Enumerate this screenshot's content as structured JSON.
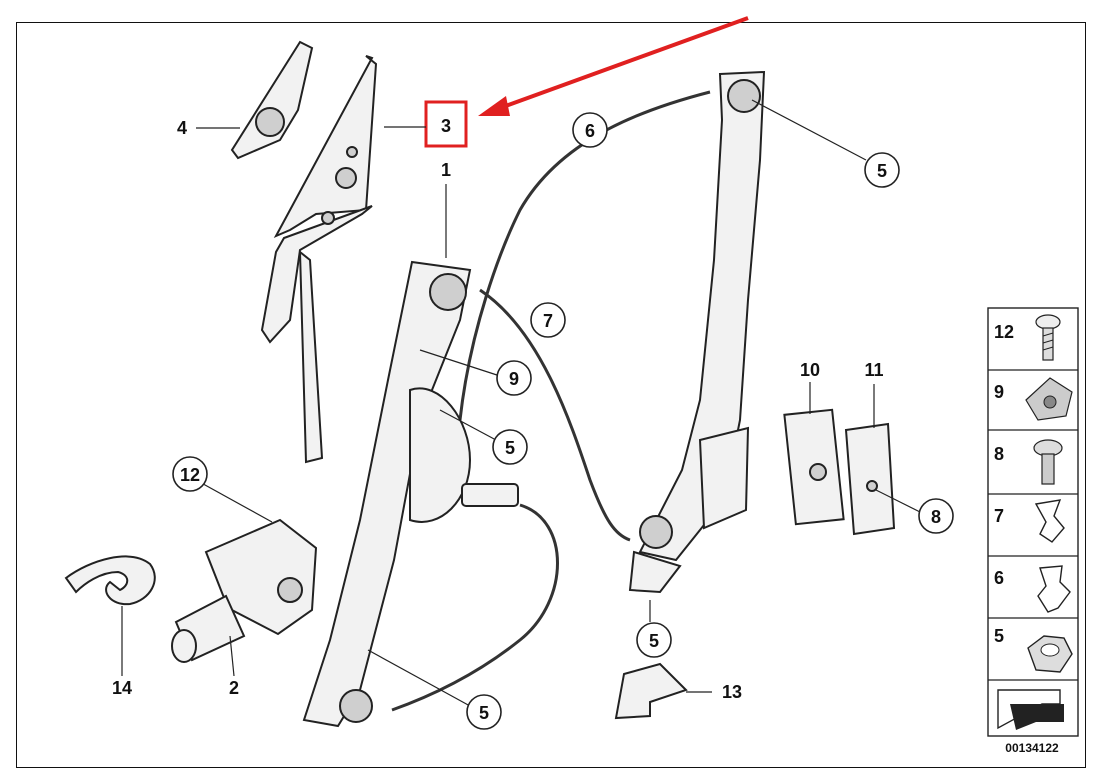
{
  "labels": {
    "l1": "1",
    "l2": "2",
    "l3": "3",
    "l4": "4",
    "l5a": "5",
    "l5b": "5",
    "l5c": "5",
    "l5d": "5",
    "l6": "6",
    "l7": "7",
    "l8": "8",
    "l9": "9",
    "l10": "10",
    "l11": "11",
    "l12": "12",
    "l13": "13",
    "l14": "14"
  },
  "legend": {
    "items": [
      "12",
      "9",
      "8",
      "7",
      "6",
      "5"
    ]
  },
  "diagram_number": "00134122",
  "colors": {
    "highlight": "#e02020",
    "ink": "#222222"
  }
}
